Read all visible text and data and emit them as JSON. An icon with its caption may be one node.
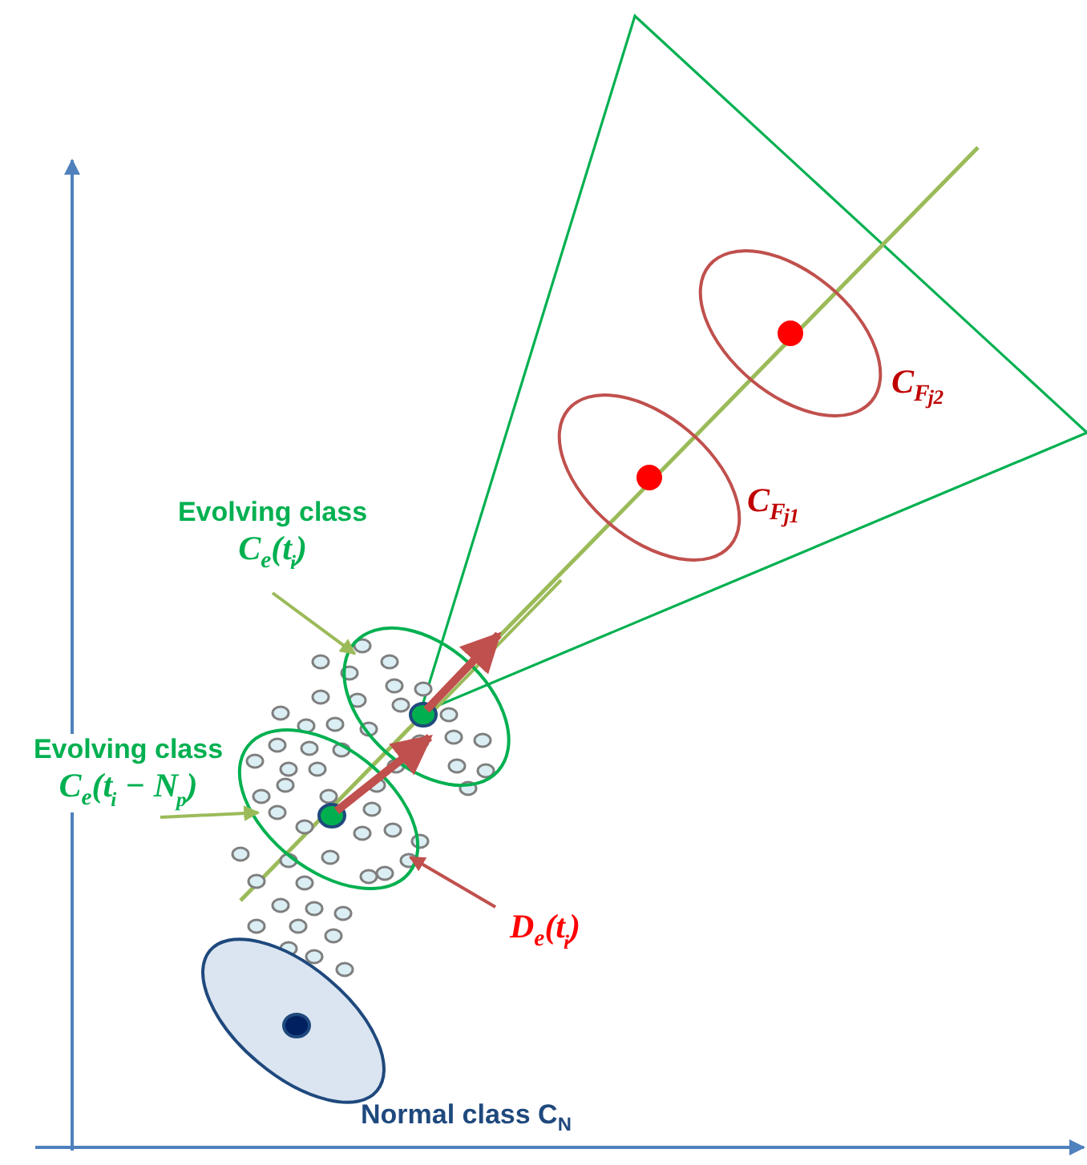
{
  "diagram": {
    "nodes": [
      {
        "text": [],
        "shape": "ellipse",
        "beside": [
          "C$_{F}$$_{j2}$"
        ]
      },
      {
        "text": [],
        "shape": "ellipse",
        "beside": [
          "C$_{F}$$_{j1}$"
        ]
      },
      {
        "text": [
          "Evolving class",
          "C$_{e}$(t$_{i}$)"
        ]
      },
      {
        "text": [],
        "shape": "ellipse"
      },
      {
        "text": [
          "Evolving class",
          "C$_{e}$(t$_{i}$ − N$_{p}$)"
        ]
      },
      {
        "text": [],
        "shape": "ellipse"
      },
      {
        "text": [
          "D$_{e}$(t$_{i}$)"
        ]
      },
      {
        "text": [],
        "shape": "ellipse",
        "beside": [
          "Normal class C$_{N}$"
        ]
      }
    ],
    "edges": [
      {
        "from": 2,
        "to": 3,
        "arrow": "to",
        "color": "#9bbb59"
      },
      {
        "from": 4,
        "to": 5,
        "arrow": "to",
        "color": "#9bbb59"
      },
      {
        "from": 6,
        "to": 5,
        "arrow": "to",
        "color": "#c0504d"
      },
      {
        "from": 5,
        "to": 3,
        "arrow": "to",
        "style": "thick",
        "color": "#c0504d"
      },
      {
        "from": 3,
        "to": null,
        "arrow": "to",
        "style": "thick",
        "color": "#c0504d"
      }
    ]
  }
}
